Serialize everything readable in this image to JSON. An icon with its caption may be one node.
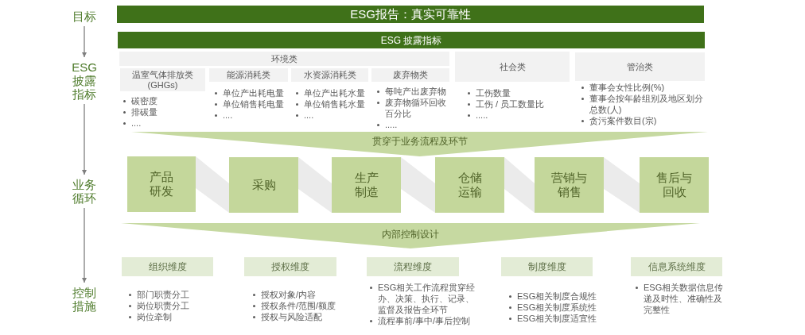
{
  "diagram": {
    "nodes": [
      {
        "text": [
          "目标"
        ]
      },
      {
        "text": [
          "ESG报告：真实可靠性"
        ]
      },
      {
        "text": [
          "ESG 披露指标"
        ]
      },
      {
        "text": [
          "ESG披露指标"
        ]
      },
      {
        "text": [
          "环境类"
        ]
      },
      {
        "text": [
          "温室气体排放类(GHGs)"
        ],
        "beside": [
          "碳密度",
          "排碳量",
          "...."
        ]
      },
      {
        "text": [
          "能源消耗类"
        ],
        "beside": [
          "单位产出耗电量",
          "单位销售耗电量",
          "...."
        ]
      },
      {
        "text": [
          "水资源消耗类"
        ],
        "beside": [
          "单位产出耗水量",
          "单位销售耗水量",
          "...."
        ]
      },
      {
        "text": [
          "废弃物类"
        ],
        "beside": [
          "每吨产出废弃物",
          "废弃物循环回收百分比"
        ]
      },
      {
        "text": [
          "社会类"
        ],
        "beside": [
          "工伤数量",
          "工伤 / 员工数量比",
          "....."
        ]
      },
      {
        "text": [
          "管治类"
        ],
        "beside": [
          "董事会女性比例(%)",
          "董事会按年龄组别及地区划分总数(人)",
          "贪污案件数目(宗)"
        ]
      },
      {
        "text": [
          "贯穿于业务流程及环节"
        ]
      },
      {
        "text": [
          "业务循环"
        ]
      },
      {
        "text": [
          "产品研发"
        ]
      },
      {
        "text": [
          "采购"
        ]
      },
      {
        "text": [
          "生产制造"
        ]
      },
      {
        "text": [
          "仓储运输"
        ]
      },
      {
        "text": [
          "营销与销售"
        ]
      },
      {
        "text": [
          "售后与回收"
        ]
      },
      {
        "text": [
          "内部控制设计"
        ]
      },
      {
        "text": [
          "控制措施"
        ]
      },
      {
        "text": [
          "组织维度"
        ],
        "beside": [
          "部门职责分工",
          "岗位职责分工",
          "岗位牵制"
        ]
      },
      {
        "text": [
          "授权维度"
        ],
        "beside": [
          "授权对象/内容",
          "授权条件/范围/额度",
          "授权与风险适配"
        ]
      },
      {
        "text": [
          "流程维度"
        ],
        "beside": [
          "ESG相关工作流程贯穿经办、决策、执行、记录、监督及报告全环节",
          "流程事前/事中/事后控制"
        ]
      },
      {
        "text": [
          "制度维度"
        ],
        "beside": [
          "ESG相关制度合规性",
          "ESG相关制度系统性",
          "ESG相关制度适宜性"
        ]
      },
      {
        "text": [
          "信息系统维度"
        ],
        "beside": [
          "ESG相关数据信息传递及时性、准确性及完整性"
        ]
      }
    ],
    "edges": [
      {
        "from": 0,
        "to": 3,
        "arrow": "to",
        "color": "#7f7f7f"
      },
      {
        "from": 3,
        "to": 12,
        "arrow": "to",
        "color": "#7f7f7f"
      },
      {
        "from": 12,
        "to": 20,
        "arrow": "to",
        "color": "#7f7f7f"
      },
      {
        "from": 13,
        "to": 14,
        "arrow": "none",
        "style": "thick"
      },
      {
        "from": 14,
        "to": 15,
        "arrow": "none",
        "style": "thick"
      },
      {
        "from": 15,
        "to": 16,
        "arrow": "none",
        "style": "thick"
      },
      {
        "from": 16,
        "to": 17,
        "arrow": "none",
        "style": "thick"
      },
      {
        "from": 17,
        "to": 18,
        "arrow": "none",
        "style": "thick"
      }
    ],
    "labels": [
      "....."
    ]
  }
}
